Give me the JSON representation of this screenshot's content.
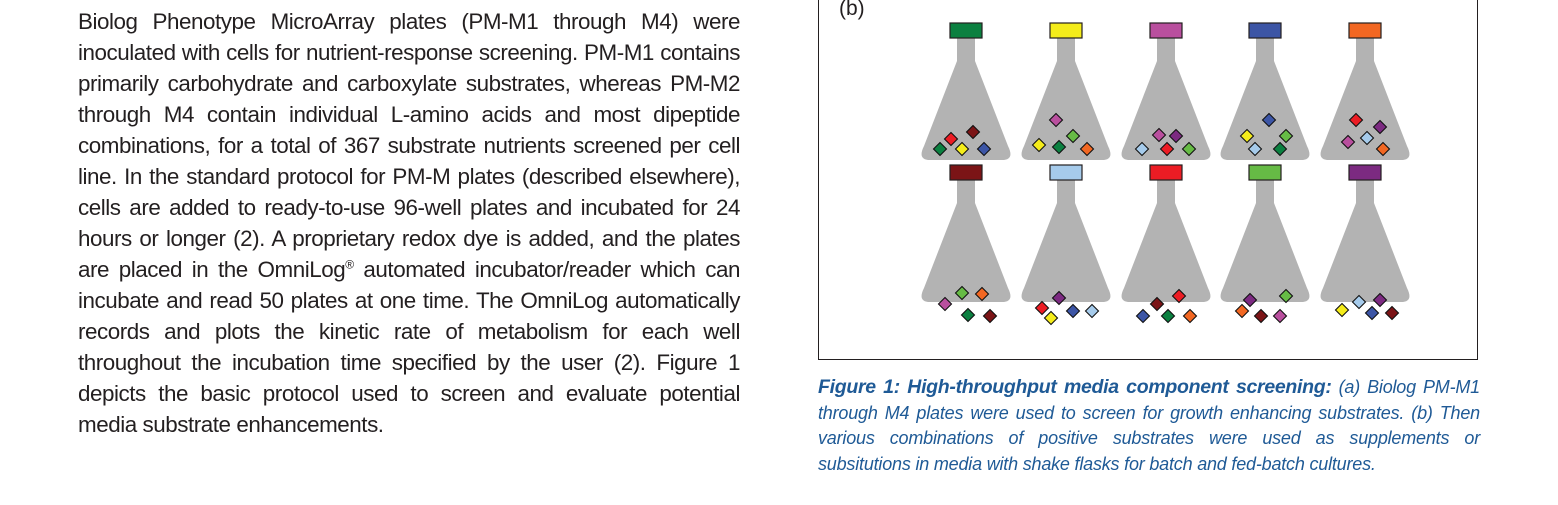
{
  "body": {
    "paragraph_part1": "Biolog Phenotype MicroArray plates (PM-M1 through M4) were inoculated with cells for nutrient-response screening.  PM-M1 contains primarily carbohydrate and carboxylate substrates, whereas PM-M2 through M4 contain individual L-amino acids and most dipeptide combinations, for a total of 367 substrate nutrients screened per cell line.  In the standard protocol for PM-M plates (described elsewhere), cells are added to ready-to-use 96-well plates and incubated for 24 hours or longer (2).  A proprietary redox dye is added, and the plates are placed in the OmniLog",
    "registered_mark": "®",
    "paragraph_part2": " automated incubator/reader which can incubate and read 50 plates at one time.  The OmniLog automatically records and plots the kinetic rate of metabolism for each well throughout the incubation time specified by the user (2).  Figure 1 depicts the basic protocol used to screen and evaluate potential media substrate enhancements."
  },
  "figure": {
    "panel_label": "(b)",
    "colors": {
      "dkgreen": "#0b8040",
      "yellow": "#f4ec1a",
      "pink": "#b94f9e",
      "blue": "#3c55a5",
      "orange": "#f26722",
      "maroon": "#7b1416",
      "ltblue": "#a6cbeb",
      "red": "#ec1c24",
      "ltgreen": "#66bb45",
      "purple": "#7c2a81",
      "flask": "#b3b3b3"
    },
    "flasks": [
      {
        "cap": "dkgreen",
        "diamonds": [
          [
            "dkgreen",
            -26,
            126
          ],
          [
            "red",
            -15,
            116
          ],
          [
            "maroon",
            7,
            109
          ],
          [
            "yellow",
            -4,
            126
          ],
          [
            "blue",
            18,
            126
          ]
        ]
      },
      {
        "cap": "yellow",
        "diamonds": [
          [
            "pink",
            -10,
            97
          ],
          [
            "yellow",
            -27,
            122
          ],
          [
            "dkgreen",
            -7,
            124
          ],
          [
            "ltgreen",
            7,
            113
          ],
          [
            "orange",
            21,
            126
          ]
        ]
      },
      {
        "cap": "pink",
        "diamonds": [
          [
            "ltblue",
            -24,
            126
          ],
          [
            "pink",
            -7,
            112
          ],
          [
            "purple",
            10,
            113
          ],
          [
            "red",
            1,
            126
          ],
          [
            "ltgreen",
            23,
            126
          ]
        ]
      },
      {
        "cap": "blue",
        "diamonds": [
          [
            "blue",
            4,
            97
          ],
          [
            "yellow",
            -18,
            113
          ],
          [
            "ltgreen",
            21,
            113
          ],
          [
            "ltblue",
            -10,
            126
          ],
          [
            "dkgreen",
            15,
            126
          ]
        ]
      },
      {
        "cap": "orange",
        "diamonds": [
          [
            "red",
            -9,
            97
          ],
          [
            "purple",
            15,
            104
          ],
          [
            "pink",
            -17,
            119
          ],
          [
            "ltblue",
            2,
            115
          ],
          [
            "orange",
            18,
            126
          ]
        ]
      },
      {
        "cap": "maroon",
        "diamonds": [
          [
            "ltgreen",
            -4,
            128
          ],
          [
            "orange",
            16,
            129
          ],
          [
            "pink",
            -21,
            139
          ],
          [
            "dkgreen",
            2,
            150
          ],
          [
            "maroon",
            24,
            151
          ]
        ]
      },
      {
        "cap": "ltblue",
        "diamonds": [
          [
            "purple",
            -7,
            133
          ],
          [
            "red",
            -24,
            143
          ],
          [
            "yellow",
            -15,
            153
          ],
          [
            "blue",
            7,
            146
          ],
          [
            "ltblue",
            26,
            146
          ]
        ]
      },
      {
        "cap": "red",
        "diamonds": [
          [
            "maroon",
            -9,
            139
          ],
          [
            "red",
            13,
            131
          ],
          [
            "blue",
            -23,
            151
          ],
          [
            "dkgreen",
            2,
            151
          ],
          [
            "orange",
            24,
            151
          ]
        ]
      },
      {
        "cap": "ltgreen",
        "diamonds": [
          [
            "purple",
            -15,
            135
          ],
          [
            "ltgreen",
            21,
            131
          ],
          [
            "orange",
            -23,
            146
          ],
          [
            "maroon",
            -4,
            151
          ],
          [
            "pink",
            15,
            151
          ]
        ]
      },
      {
        "cap": "purple",
        "diamonds": [
          [
            "yellow",
            -23,
            145
          ],
          [
            "ltblue",
            -6,
            137
          ],
          [
            "purple",
            15,
            135
          ],
          [
            "blue",
            7,
            148
          ],
          [
            "maroon",
            27,
            148
          ]
        ]
      }
    ]
  },
  "caption": {
    "title": "Figure 1: High-throughput media component screening:",
    "text": "  (a) Biolog PM-M1 through M4 plates were used to screen for growth enhancing substrates.  (b) Then various combinations of positive substrates were used as supplements or subsitutions in media with shake flasks for batch and fed-batch cultures."
  }
}
